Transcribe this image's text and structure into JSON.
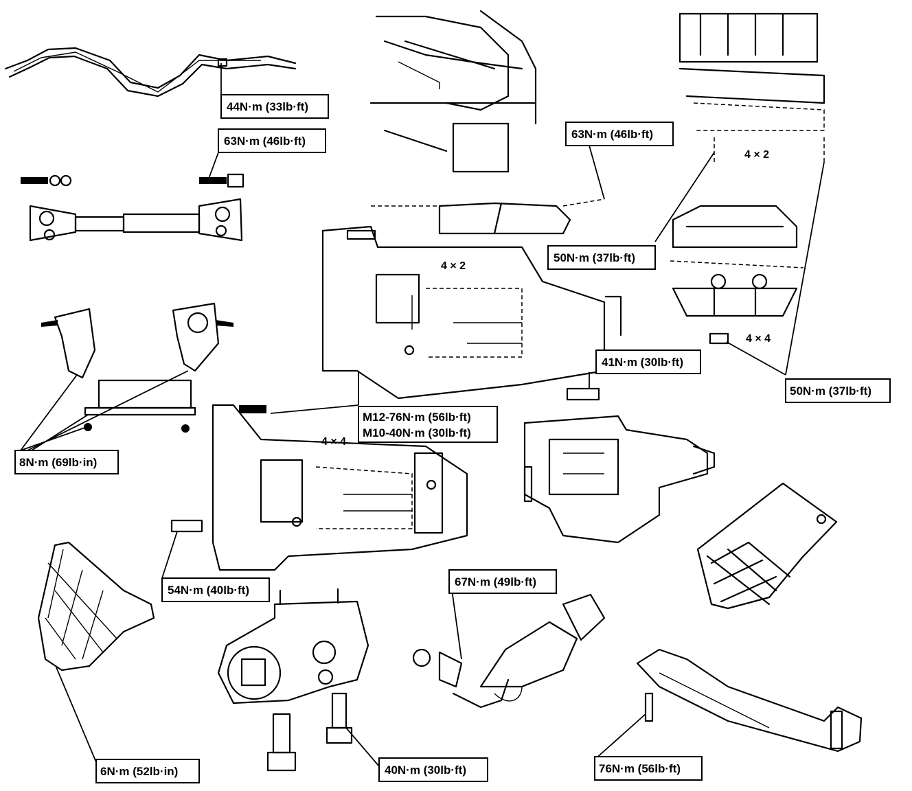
{
  "callouts": {
    "c1": "44N·m (33lb·ft)",
    "c2": "63N·m (46lb·ft)",
    "c3": "63N·m (46lb·ft)",
    "c4": "50N·m (37lb·ft)",
    "c5": "41N·m (30lb·ft)",
    "c6": "50N·m (37lb·ft)",
    "c7a": "M12-76N·m (56lb·ft)",
    "c7b": "M10-40N·m (30lb·ft)",
    "c8": "8N·m (69lb·in)",
    "c9": "54N·m (40lb·ft)",
    "c10": "67N·m (49lb·ft)",
    "c11": "6N·m (52lb·in)",
    "c12": "40N·m (30lb·ft)",
    "c13": "76N·m (56lb·ft)"
  },
  "variants": {
    "v1": "4 × 2",
    "v2": "4 × 2",
    "v3": "4 × 4",
    "v4": "4 × 4"
  }
}
